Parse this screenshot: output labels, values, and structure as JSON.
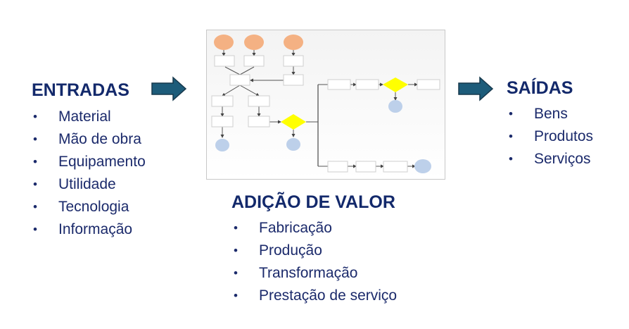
{
  "inputs": {
    "title": "ENTRADAS",
    "items": [
      "Material",
      "Mão de obra",
      "Equipamento",
      "Utilidade",
      "Tecnologia",
      "Informação"
    ]
  },
  "value_add": {
    "title": "ADIÇÃO DE VALOR",
    "items": [
      "Fabricação",
      "Produção",
      "Transformação",
      "Prestação de serviço"
    ]
  },
  "outputs": {
    "title": "SAÍDAS",
    "items": [
      "Bens",
      "Produtos",
      "Serviços"
    ]
  },
  "arrows": {
    "icon": "right-arrow-icon",
    "color": "#1d5c7a",
    "outline": "#17384c"
  },
  "flowchart": {
    "icon": "process-flowchart",
    "colors": {
      "start_node": "#f4b183",
      "end_node": "#bdd0ea",
      "decision": "#ffff00",
      "box_fill": "#ffffff",
      "box_stroke": "#cfcfcf",
      "line": "#555555",
      "frame": "#c8c8c8"
    }
  }
}
